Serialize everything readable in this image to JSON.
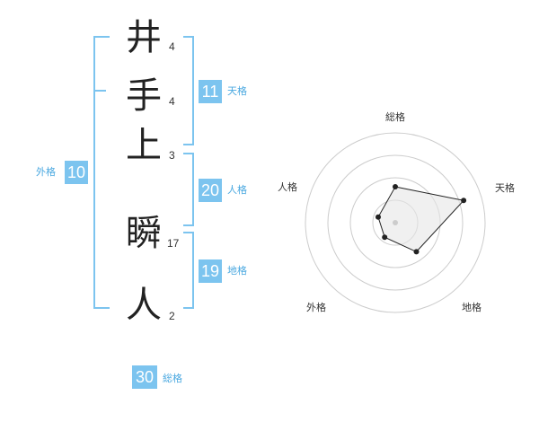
{
  "name_characters": [
    {
      "char": "井",
      "strokes": "4"
    },
    {
      "char": "手",
      "strokes": "4"
    },
    {
      "char": "上",
      "strokes": "3"
    },
    {
      "char": "瞬",
      "strokes": "17"
    },
    {
      "char": "人",
      "strokes": "2"
    }
  ],
  "fortune": {
    "tenkaku": {
      "value": "11",
      "label": "天格"
    },
    "jinkaku": {
      "value": "20",
      "label": "人格"
    },
    "chikaku": {
      "value": "19",
      "label": "地格"
    },
    "gaikaku": {
      "value": "10",
      "label": "外格"
    },
    "soukaku": {
      "value": "30",
      "label": "総格"
    }
  },
  "radar": {
    "axes": [
      "総格",
      "天格",
      "地格",
      "外格",
      "人格"
    ],
    "values": [
      2,
      4,
      2,
      1,
      1
    ],
    "max": 5,
    "rings": 4,
    "line_color": "#222222",
    "fill_color": "#e6e6e6"
  }
}
